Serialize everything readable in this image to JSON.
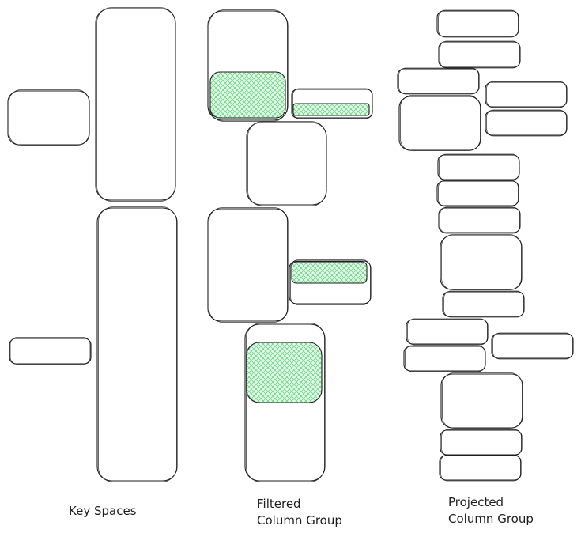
{
  "labels": {
    "key_spaces": "Key Spaces",
    "filtered_line1": "Filtered",
    "filtered_line2": "Column Group",
    "projected_line1": "Projected",
    "projected_line2": "Column Group"
  },
  "colors": {
    "stroke": "#1e1e1e",
    "highlight_fill": "#b2f2bb",
    "background": "#ffffff"
  }
}
